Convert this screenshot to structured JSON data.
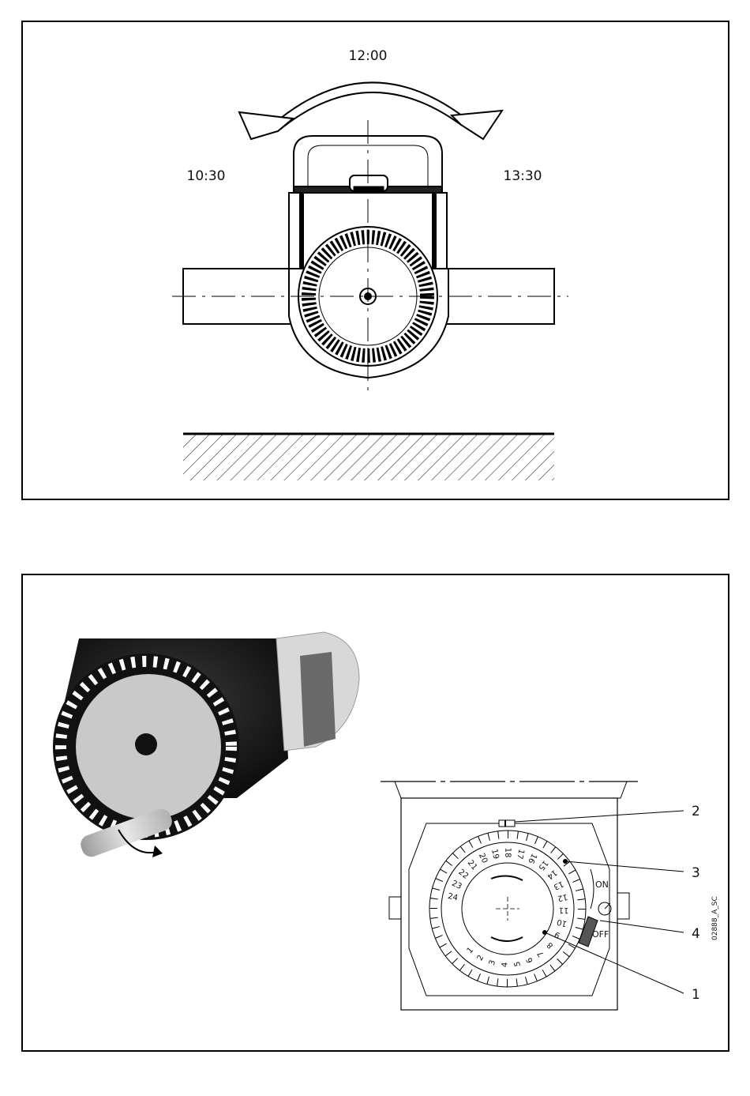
{
  "figure1": {
    "label_top": "12:00",
    "label_left": "10:30",
    "label_right": "13:30"
  },
  "figure2": {
    "callouts": [
      "2",
      "3",
      "4",
      "1"
    ],
    "dial_hours": [
      "24",
      "23",
      "22",
      "21",
      "20",
      "19",
      "18",
      "17",
      "16",
      "15",
      "14",
      "13",
      "12",
      "11",
      "10",
      "9",
      "8",
      "7",
      "6",
      "5",
      "4",
      "3",
      "2",
      "1"
    ],
    "switch_on": "ON",
    "switch_off": "OFF",
    "code": "02888_A_SC"
  }
}
